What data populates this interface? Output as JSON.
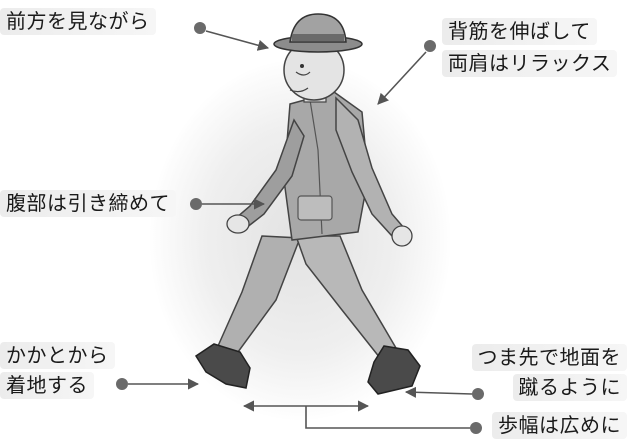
{
  "labels": {
    "look_ahead": "前方を見ながら",
    "back_line1": "背筋を伸ばして",
    "back_line2": "両肩はリラックス",
    "abdomen": "腹部は引き締めて",
    "heel_line1": "かかとから",
    "heel_line2": "着地する",
    "toe_line1": "つま先で地面を",
    "toe_line2": "蹴るように",
    "stride": "歩幅は広めに"
  },
  "colors": {
    "line": "#555555",
    "dot": "#6a6a6a",
    "figure_fill": "#a8a8a8",
    "figure_dark": "#5a5a5a",
    "label_bg": "#ececec"
  }
}
